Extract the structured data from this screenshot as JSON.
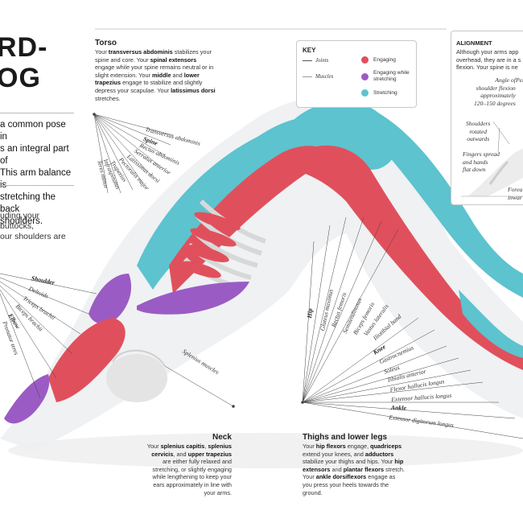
{
  "page": {
    "title_line1": "RD-",
    "title_line2": "OG",
    "intro_lines": [
      "a common pose in",
      "s an integral part of",
      "This arm balance is",
      "stretching the back",
      "shoulders."
    ],
    "sub_intro_lines": [
      "uding your buttocks,",
      "our shoulders are"
    ]
  },
  "key": {
    "title": "KEY",
    "joints": "Joints",
    "muscles": "Muscles",
    "engaging": "Engaging",
    "engaging_stretching": "Engaging while stretching",
    "stretching": "Stretching",
    "colors": {
      "engaging": "#e0505c",
      "engaging_stretching": "#9b5bc4",
      "stretching": "#5cc3cf"
    }
  },
  "alignment": {
    "title": "ALIGNMENT",
    "text_lines": [
      "Although your arms app",
      "overhead, they are in a s",
      "flexion. Your spine is ne"
    ],
    "label_angle": [
      "Angle of",
      "shoulder flexion",
      "approximately",
      "120–150 degrees"
    ],
    "label_pel": "Pel",
    "label_shoulders": [
      "Shoulders",
      "rotated",
      "outwards"
    ],
    "label_fingers": [
      "Fingers spread",
      "and hands",
      "flat down"
    ],
    "label_fore": [
      "Forea",
      "inwar"
    ]
  },
  "torso": {
    "heading": "Torso",
    "text": "Your <b>transversus abdominis</b> stabilizes your spine and core. Your <b>spinal extensors</b> engage while your spine remains neutral or in slight extension. Your <b>middle</b> and <b>lower trapezius</b> engage to stabilize and slightly depress your scapulae. Your <b>latissimus dorsi</b> stretches.",
    "labels": [
      "Transversus abdominis",
      "Spine",
      "Rectus abdominis",
      "Serratus anterior",
      "Latissimus dorsi",
      "Pectoralis major",
      "Trapezius",
      "Infraspinatus",
      "Teres minor"
    ]
  },
  "shoulder": {
    "labels": [
      "Shoulder",
      "Deltoids",
      "Triceps brachii",
      "Biceps brachii",
      "Elbow",
      "Pronator teres"
    ]
  },
  "neck": {
    "heading": "Neck",
    "text": "Your <b>splenius capitis</b>, <b>splenius cervicis</b>, and <b>upper trapezius</b> are either fully relaxed and stretching, or slightly engaging while lengthening to keep your ears approximately in line with your arms.",
    "label": "Splenius muscles"
  },
  "legs": {
    "heading": "Thighs and lower legs",
    "text": "Your <b>hip flexors</b> engage, <b>quadriceps</b> extend your knees, and <b>adductors</b> stabilize your thighs and hips. Your <b>hip extensors</b> and <b>plantar flexors</b> stretch. Your <b>ankle dorsiflexors</b> engage as you press your heels towards the ground.",
    "labels_vert": [
      "Hip",
      "Gluteus maximus",
      "Rectus femoris",
      "Semitendinosus",
      "Biceps femoris",
      "Vastus lateralis"
    ],
    "labels_diag": [
      "Iliotibial band",
      "Knee",
      "Gastrocnemius",
      "Soleus",
      "Tibialis anterior",
      "Flexor hallucis longus",
      "Extensor hallucis longus",
      "Ankle",
      "Extensor digitorum longus"
    ]
  }
}
